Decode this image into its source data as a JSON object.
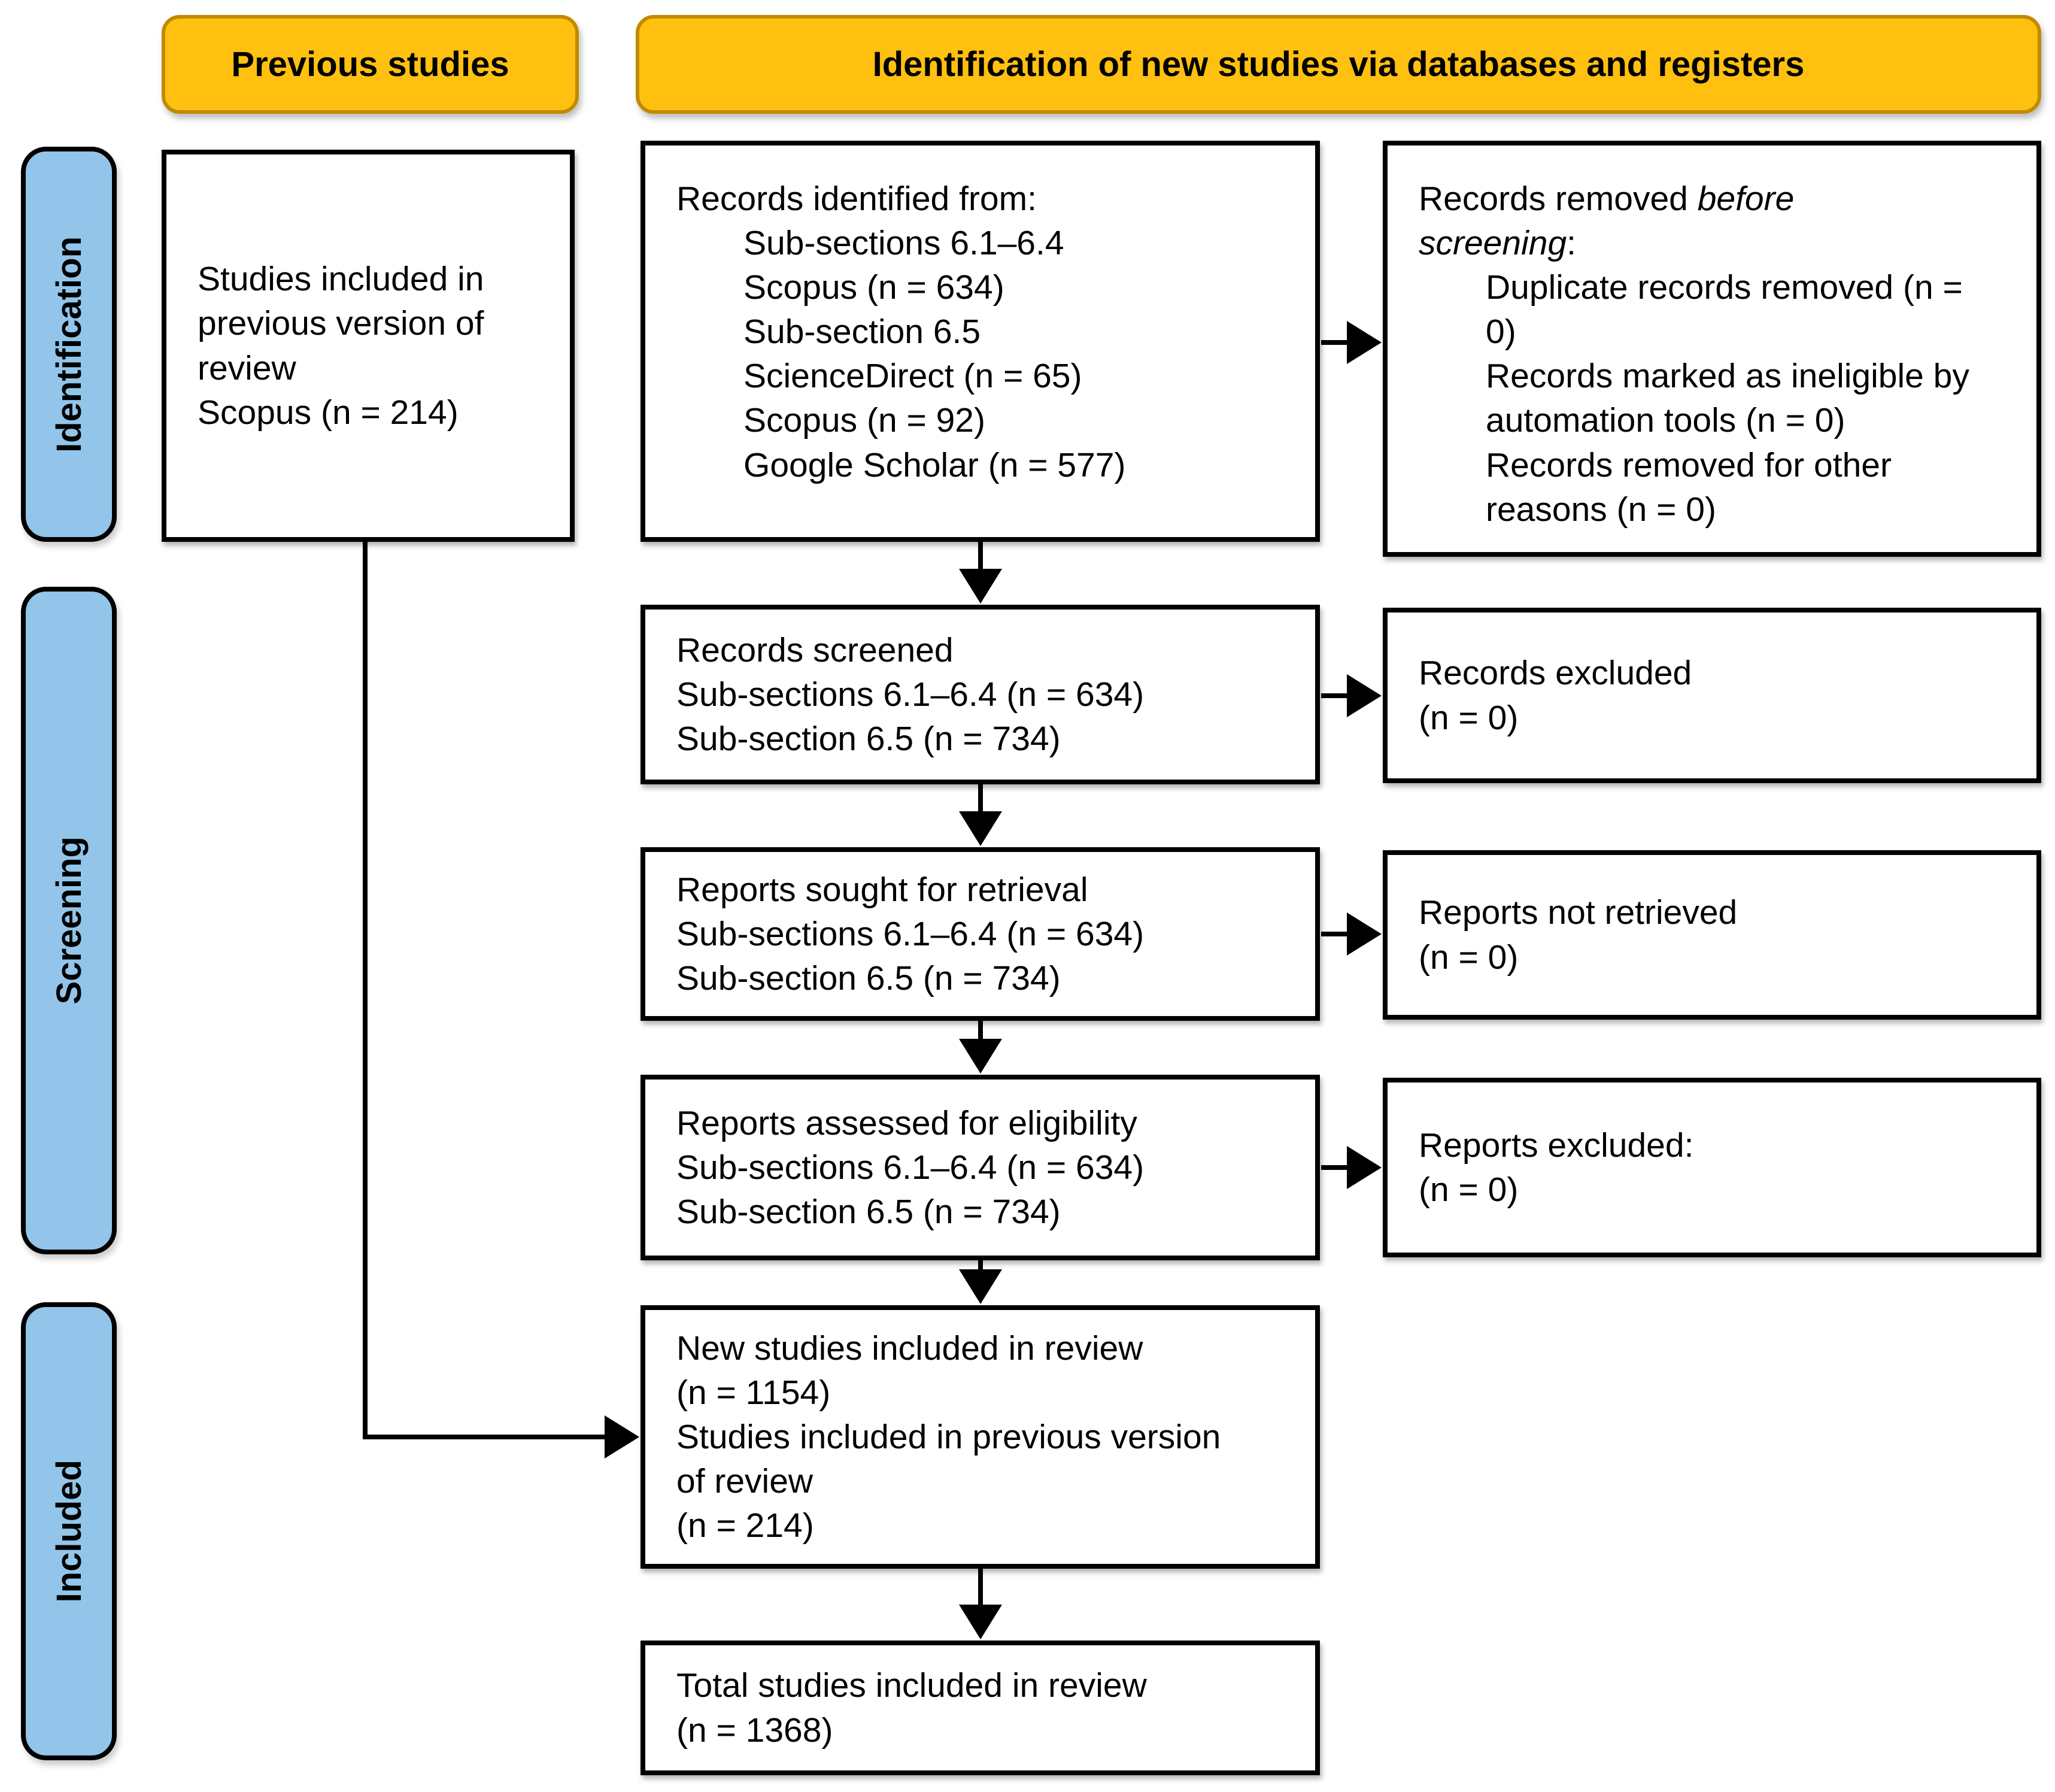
{
  "headers": {
    "previous": "Previous studies",
    "identification_new": "Identification of new studies via databases and registers"
  },
  "sidebar": {
    "identification": "Identification",
    "screening": "Screening",
    "included": "Included"
  },
  "boxes": {
    "previous_included": {
      "lines": [
        "Studies included in previous version of review",
        "Scopus (n = 214)"
      ]
    },
    "records_identified": {
      "title": "Records identified from:",
      "items": [
        "Sub-sections 6.1–6.4",
        "Scopus (n = 634)",
        "Sub-section 6.5",
        "ScienceDirect (n = 65)",
        "Scopus (n = 92)",
        "Google Scholar (n = 577)"
      ]
    },
    "records_removed": {
      "title_plain": "Records removed ",
      "title_italic": "before screening",
      "title_colon": ":",
      "items": [
        "Duplicate records removed (n = 0)",
        "Records marked as ineligible by automation tools (n = 0)",
        "Records removed for other reasons (n = 0)"
      ]
    },
    "records_screened": {
      "lines": [
        "Records screened",
        "Sub-sections 6.1–6.4 (n = 634)",
        "Sub-section 6.5 (n = 734)"
      ]
    },
    "records_excluded": {
      "lines": [
        "Records excluded",
        "(n = 0)"
      ]
    },
    "reports_sought": {
      "lines": [
        "Reports sought for retrieval",
        "Sub-sections 6.1–6.4 (n = 634)",
        "Sub-section 6.5 (n = 734)"
      ]
    },
    "reports_not_retrieved": {
      "lines": [
        "Reports not retrieved",
        "(n = 0)"
      ]
    },
    "reports_assessed": {
      "lines": [
        "Reports assessed for eligibility",
        "Sub-sections 6.1–6.4 (n = 634)",
        "Sub-section 6.5 (n = 734)"
      ]
    },
    "reports_excluded": {
      "lines": [
        "Reports excluded:",
        "(n = 0)"
      ]
    },
    "new_included": {
      "lines": [
        "New studies included in review",
        "(n = 1154)",
        "Studies included in previous version of review",
        "(n = 214)"
      ]
    },
    "total_included": {
      "lines": [
        "Total studies included in review",
        "(n = 1368)"
      ]
    }
  },
  "colors": {
    "header_fill": "#FFC010",
    "header_border": "#C18A00",
    "sidebar_fill": "#92C5E9",
    "border": "#000000",
    "arrow": "#000000"
  }
}
